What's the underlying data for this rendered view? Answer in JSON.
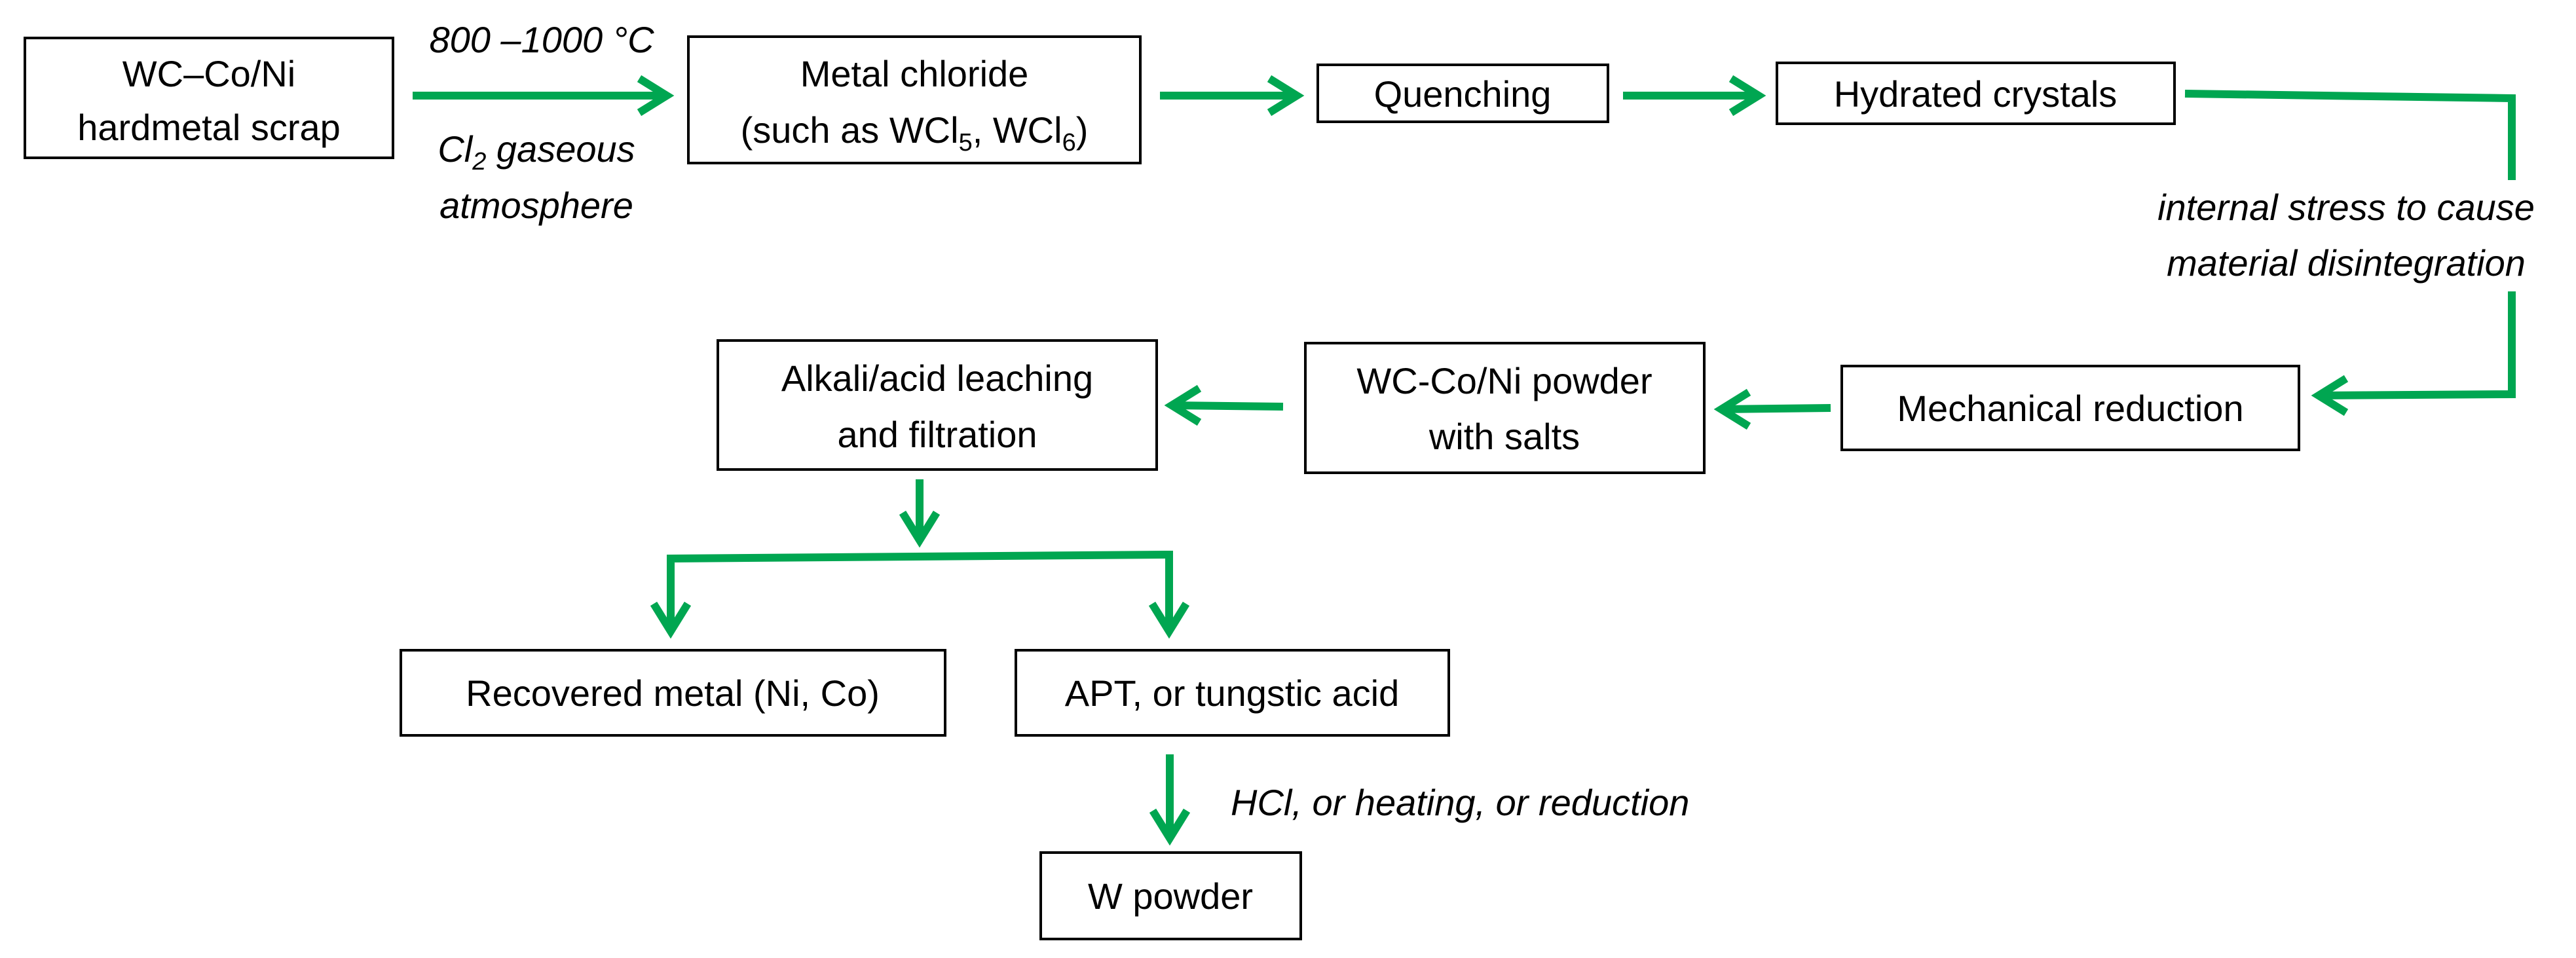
{
  "colors": {
    "arrow": "#00a651",
    "box_border": "#000000",
    "text": "#000000",
    "background": "#ffffff"
  },
  "nodes": {
    "scrap": {
      "line1": "WC–Co/Ni",
      "line2": "hardmetal scrap"
    },
    "chloride": {
      "line1": "Metal chloride",
      "line2_pre": "(such as WCl",
      "sub1": "5",
      "line2_mid": ", WCl",
      "sub2": "6",
      "line2_post": ")"
    },
    "quenching": {
      "label": "Quenching"
    },
    "hydrated": {
      "label": "Hydrated crystals"
    },
    "mechanical": {
      "label": "Mechanical reduction"
    },
    "powder_salts": {
      "line1": "WC-Co/Ni powder",
      "line2": "with salts"
    },
    "leaching": {
      "line1": "Alkali/acid leaching",
      "line2": "and filtration"
    },
    "recovered": {
      "label": "Recovered metal (Ni, Co)"
    },
    "apt": {
      "label": "APT, or tungstic acid"
    },
    "wpowder": {
      "label": "W powder"
    }
  },
  "annotations": {
    "temperature": "800 –1000 °C",
    "cl2_pre": "Cl",
    "cl2_sub": "2",
    "cl2_post": " gaseous",
    "atmosphere": "atmosphere",
    "stress_line1": "internal stress to cause",
    "stress_line2": "material disintegration",
    "hcl": "HCl, or heating, or reduction"
  }
}
